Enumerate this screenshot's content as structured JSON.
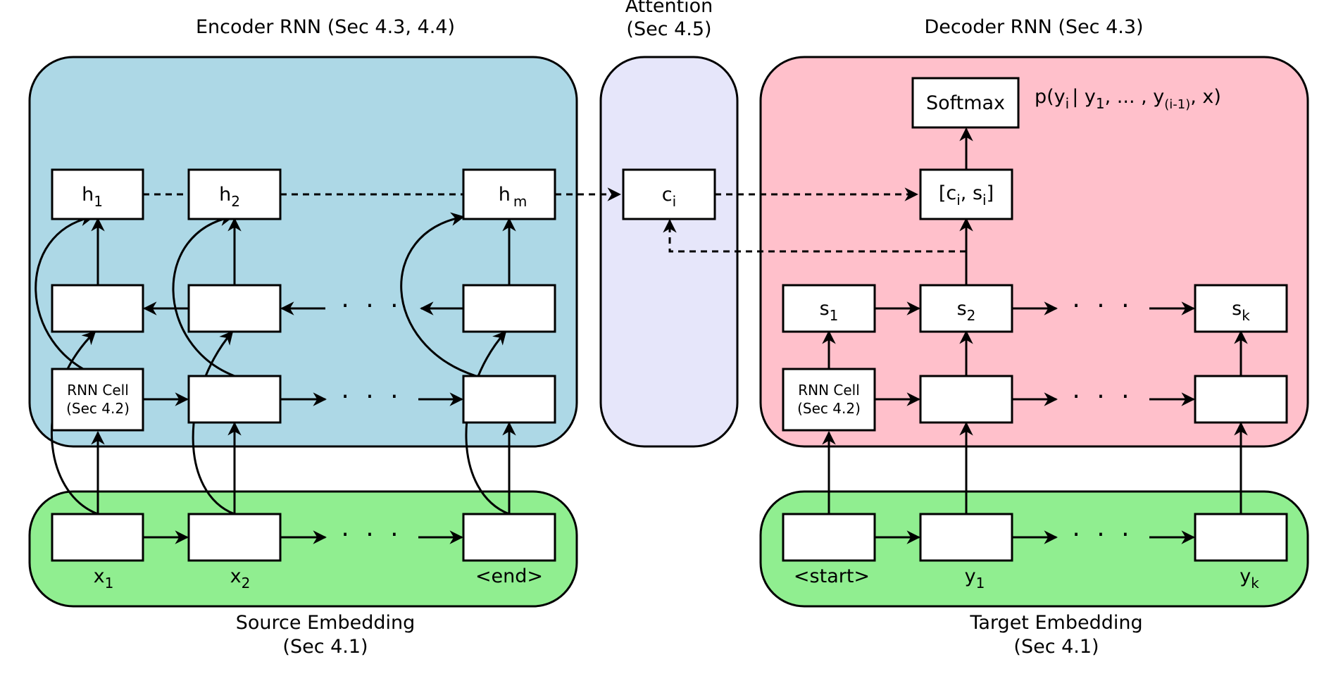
{
  "colors": {
    "encoder": "#add8e6",
    "attention": "#e6e6fa",
    "decoder": "#ffc0cb",
    "embedding": "#90ee90"
  },
  "titles": {
    "encoder": "Encoder RNN (Sec 4.3, 4.4)",
    "attention_line1": "Attention",
    "attention_line2": "(Sec 4.5)",
    "decoder": "Decoder RNN (Sec 4.3)",
    "source_line1": "Source Embedding",
    "source_line2": "(Sec 4.1)",
    "target_line1": "Target Embedding",
    "target_line2": "(Sec 4.1)"
  },
  "encoder": {
    "h1": {
      "base": "h",
      "sub": "1"
    },
    "h2": {
      "base": "h",
      "sub": "2"
    },
    "hm": {
      "base": "h",
      "sub": "m"
    },
    "rnn_cell_line1": "RNN Cell",
    "rnn_cell_line2": "(Sec 4.2)",
    "ellipsis": "· · ·"
  },
  "attention": {
    "context": {
      "base": "c",
      "sub": "i"
    }
  },
  "decoder": {
    "softmax": "Softmax",
    "concat": {
      "open": "[c",
      "sub_c": "i",
      "mid": ", s",
      "sub_s": "i",
      "close": "]"
    },
    "s1": {
      "base": "s",
      "sub": "1"
    },
    "s2": {
      "base": "s",
      "sub": "2"
    },
    "sk": {
      "base": "s",
      "sub": "k"
    },
    "rnn_cell_line1": "RNN Cell",
    "rnn_cell_line2": "(Sec 4.2)",
    "ellipsis": "· · ·",
    "prob": {
      "p1": "p(y",
      "s1": "i",
      "p2": "| y",
      "s2": "1",
      "p3": ", ... , y",
      "s3": "(i-1)",
      "p4": ", x)"
    }
  },
  "source": {
    "x1": {
      "base": "x",
      "sub": "1"
    },
    "x2": {
      "base": "x",
      "sub": "2"
    },
    "end": "<end>",
    "ellipsis": "· · ·"
  },
  "target": {
    "start": "<start>",
    "y1": {
      "base": "y",
      "sub": "1"
    },
    "yk": {
      "base": "y",
      "sub": "k"
    },
    "ellipsis": "· · ·"
  }
}
